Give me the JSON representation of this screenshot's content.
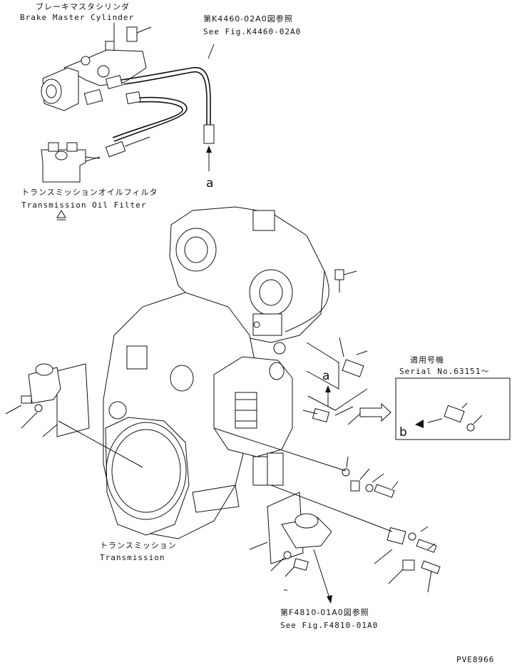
{
  "labels": {
    "brake_master_jp": "ブレーキマスタシリンダ",
    "brake_master_en": "Brake Master Cylinder",
    "fig_ref_top_jp": "第K4460-02A0図参照",
    "fig_ref_top_en": "See Fig.K4460-02A0",
    "callout_a_top": "a",
    "tm_oil_filter_jp": "トランスミッションオイルフィルタ",
    "tm_oil_filter_en": "Transmission Oil Filter",
    "serial_jp": "適用号機",
    "serial_en": "Serial No.63151～",
    "callout_a_mid": "a",
    "callout_b": "b",
    "transmission_jp": "トランスミッション",
    "transmission_en": "Transmission",
    "fig_ref_bottom_jp": "第F4810-01A0図参照",
    "fig_ref_bottom_en": "See Fig.F4810-01A0",
    "drawing_code": "PVE8966"
  }
}
